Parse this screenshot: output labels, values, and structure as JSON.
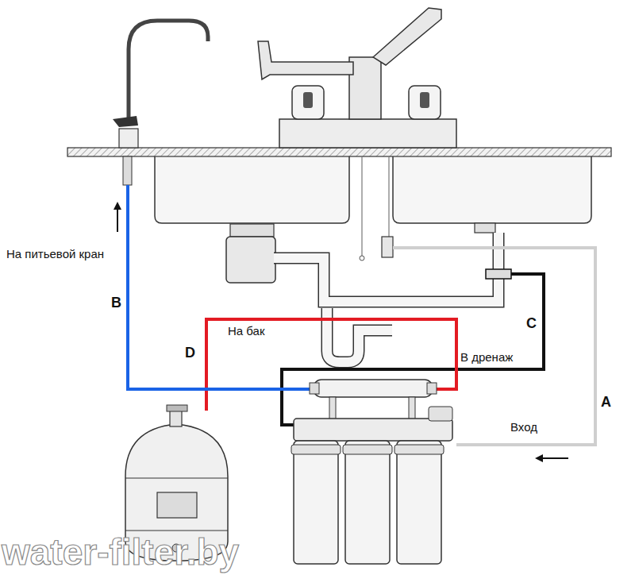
{
  "diagram": {
    "labels": [
      "На питьевой кран",
      "B",
      "D",
      "На бак",
      "C",
      "В дренаж",
      "A",
      "Вход",
      "water-filter.by"
    ]
  }
}
